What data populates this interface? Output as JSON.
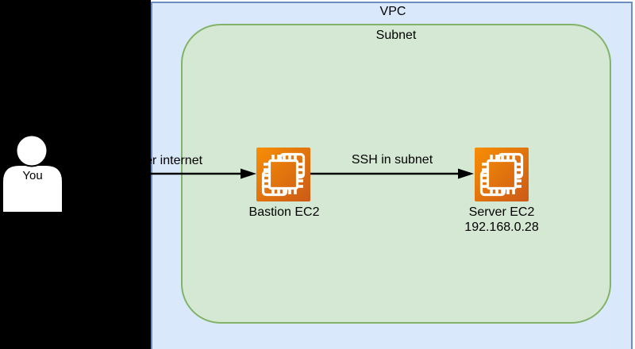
{
  "diagram": {
    "vpc": {
      "label": "VPC",
      "fill": "#dae8fc",
      "stroke": "#6c8ebf"
    },
    "subnet": {
      "label": "Subnet",
      "fill": "#d5e8d4",
      "stroke": "#82b366"
    },
    "actor": {
      "label": "You"
    },
    "nodes": [
      {
        "id": "bastion-ec2",
        "label": "Bastion EC2",
        "icon": "ec2-icon"
      },
      {
        "id": "server-ec2",
        "label": "Server EC2",
        "sublabel": "192.168.0.28",
        "icon": "ec2-icon"
      }
    ],
    "edges": [
      {
        "id": "internet-edge",
        "label": "er internet",
        "note": "label partially hidden by black overlay"
      },
      {
        "id": "subnet-edge",
        "label": "SSH in subnet"
      }
    ],
    "colors": {
      "overlay": "#000000",
      "arrow": "#000000",
      "text": "#000000",
      "ec2_gradient_light": "#f78e04",
      "ec2_gradient_dark": "#cc5a17"
    }
  }
}
